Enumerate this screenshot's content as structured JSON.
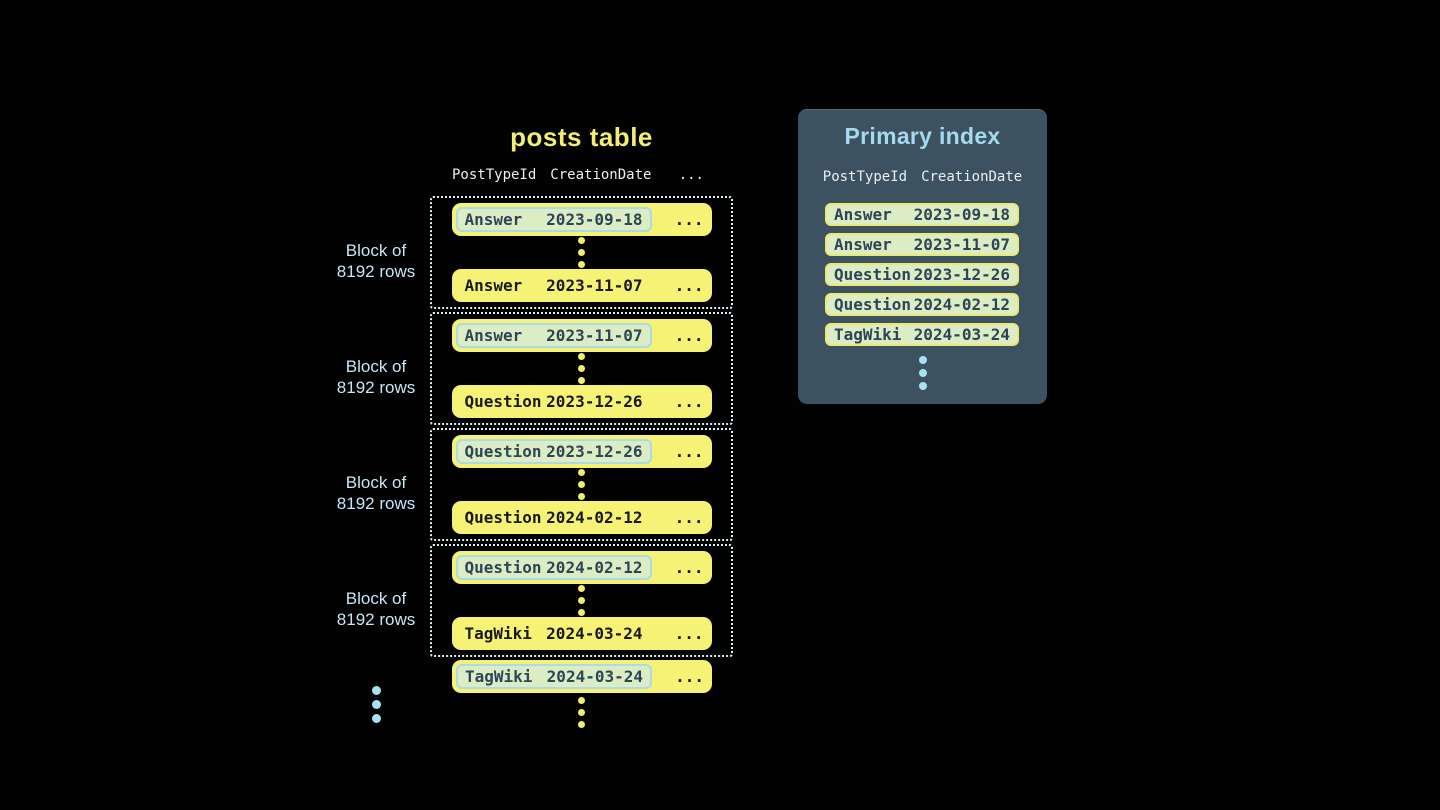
{
  "posts_table": {
    "title": "posts table",
    "columns": [
      "PostTypeId",
      "CreationDate",
      "..."
    ],
    "row_ellipsis": "...",
    "block_label": {
      "line1": "Block of",
      "line2": "8192 rows"
    },
    "blocks": [
      {
        "first": {
          "type": "Answer",
          "date": "2023-09-18"
        },
        "last": {
          "type": "Answer",
          "date": "2023-11-07"
        }
      },
      {
        "first": {
          "type": "Answer",
          "date": "2023-11-07"
        },
        "last": {
          "type": "Question",
          "date": "2023-12-26"
        }
      },
      {
        "first": {
          "type": "Question",
          "date": "2023-12-26"
        },
        "last": {
          "type": "Question",
          "date": "2024-02-12"
        }
      },
      {
        "first": {
          "type": "Question",
          "date": "2024-02-12"
        },
        "last": {
          "type": "TagWiki",
          "date": "2024-03-24"
        }
      }
    ],
    "overflow_row": {
      "type": "TagWiki",
      "date": "2024-03-24"
    }
  },
  "primary_index": {
    "title": "Primary index",
    "columns": [
      "PostTypeId",
      "CreationDate"
    ],
    "rows": [
      {
        "type": "Answer",
        "date": "2023-09-18"
      },
      {
        "type": "Answer",
        "date": "2023-11-07"
      },
      {
        "type": "Question",
        "date": "2023-12-26"
      },
      {
        "type": "Question",
        "date": "2024-02-12"
      },
      {
        "type": "TagWiki",
        "date": "2024-03-24"
      }
    ]
  },
  "colors": {
    "background": "#000000",
    "row_yellow": "#f5f276",
    "title_yellow": "#f0ee74",
    "highlight_mint": "#dcecc4",
    "highlight_border_blue": "#a9dbe9",
    "index_row_border_yellow": "#ece973",
    "accent_light_blue": "#a5d9ee",
    "block_label_blue": "#c5e7f5",
    "panel_background": "#3c5260",
    "dotted_block_border": "#d9eef5",
    "dark_text_on_mint": "#2d4556",
    "dark_text_on_yellow": "#191919"
  }
}
